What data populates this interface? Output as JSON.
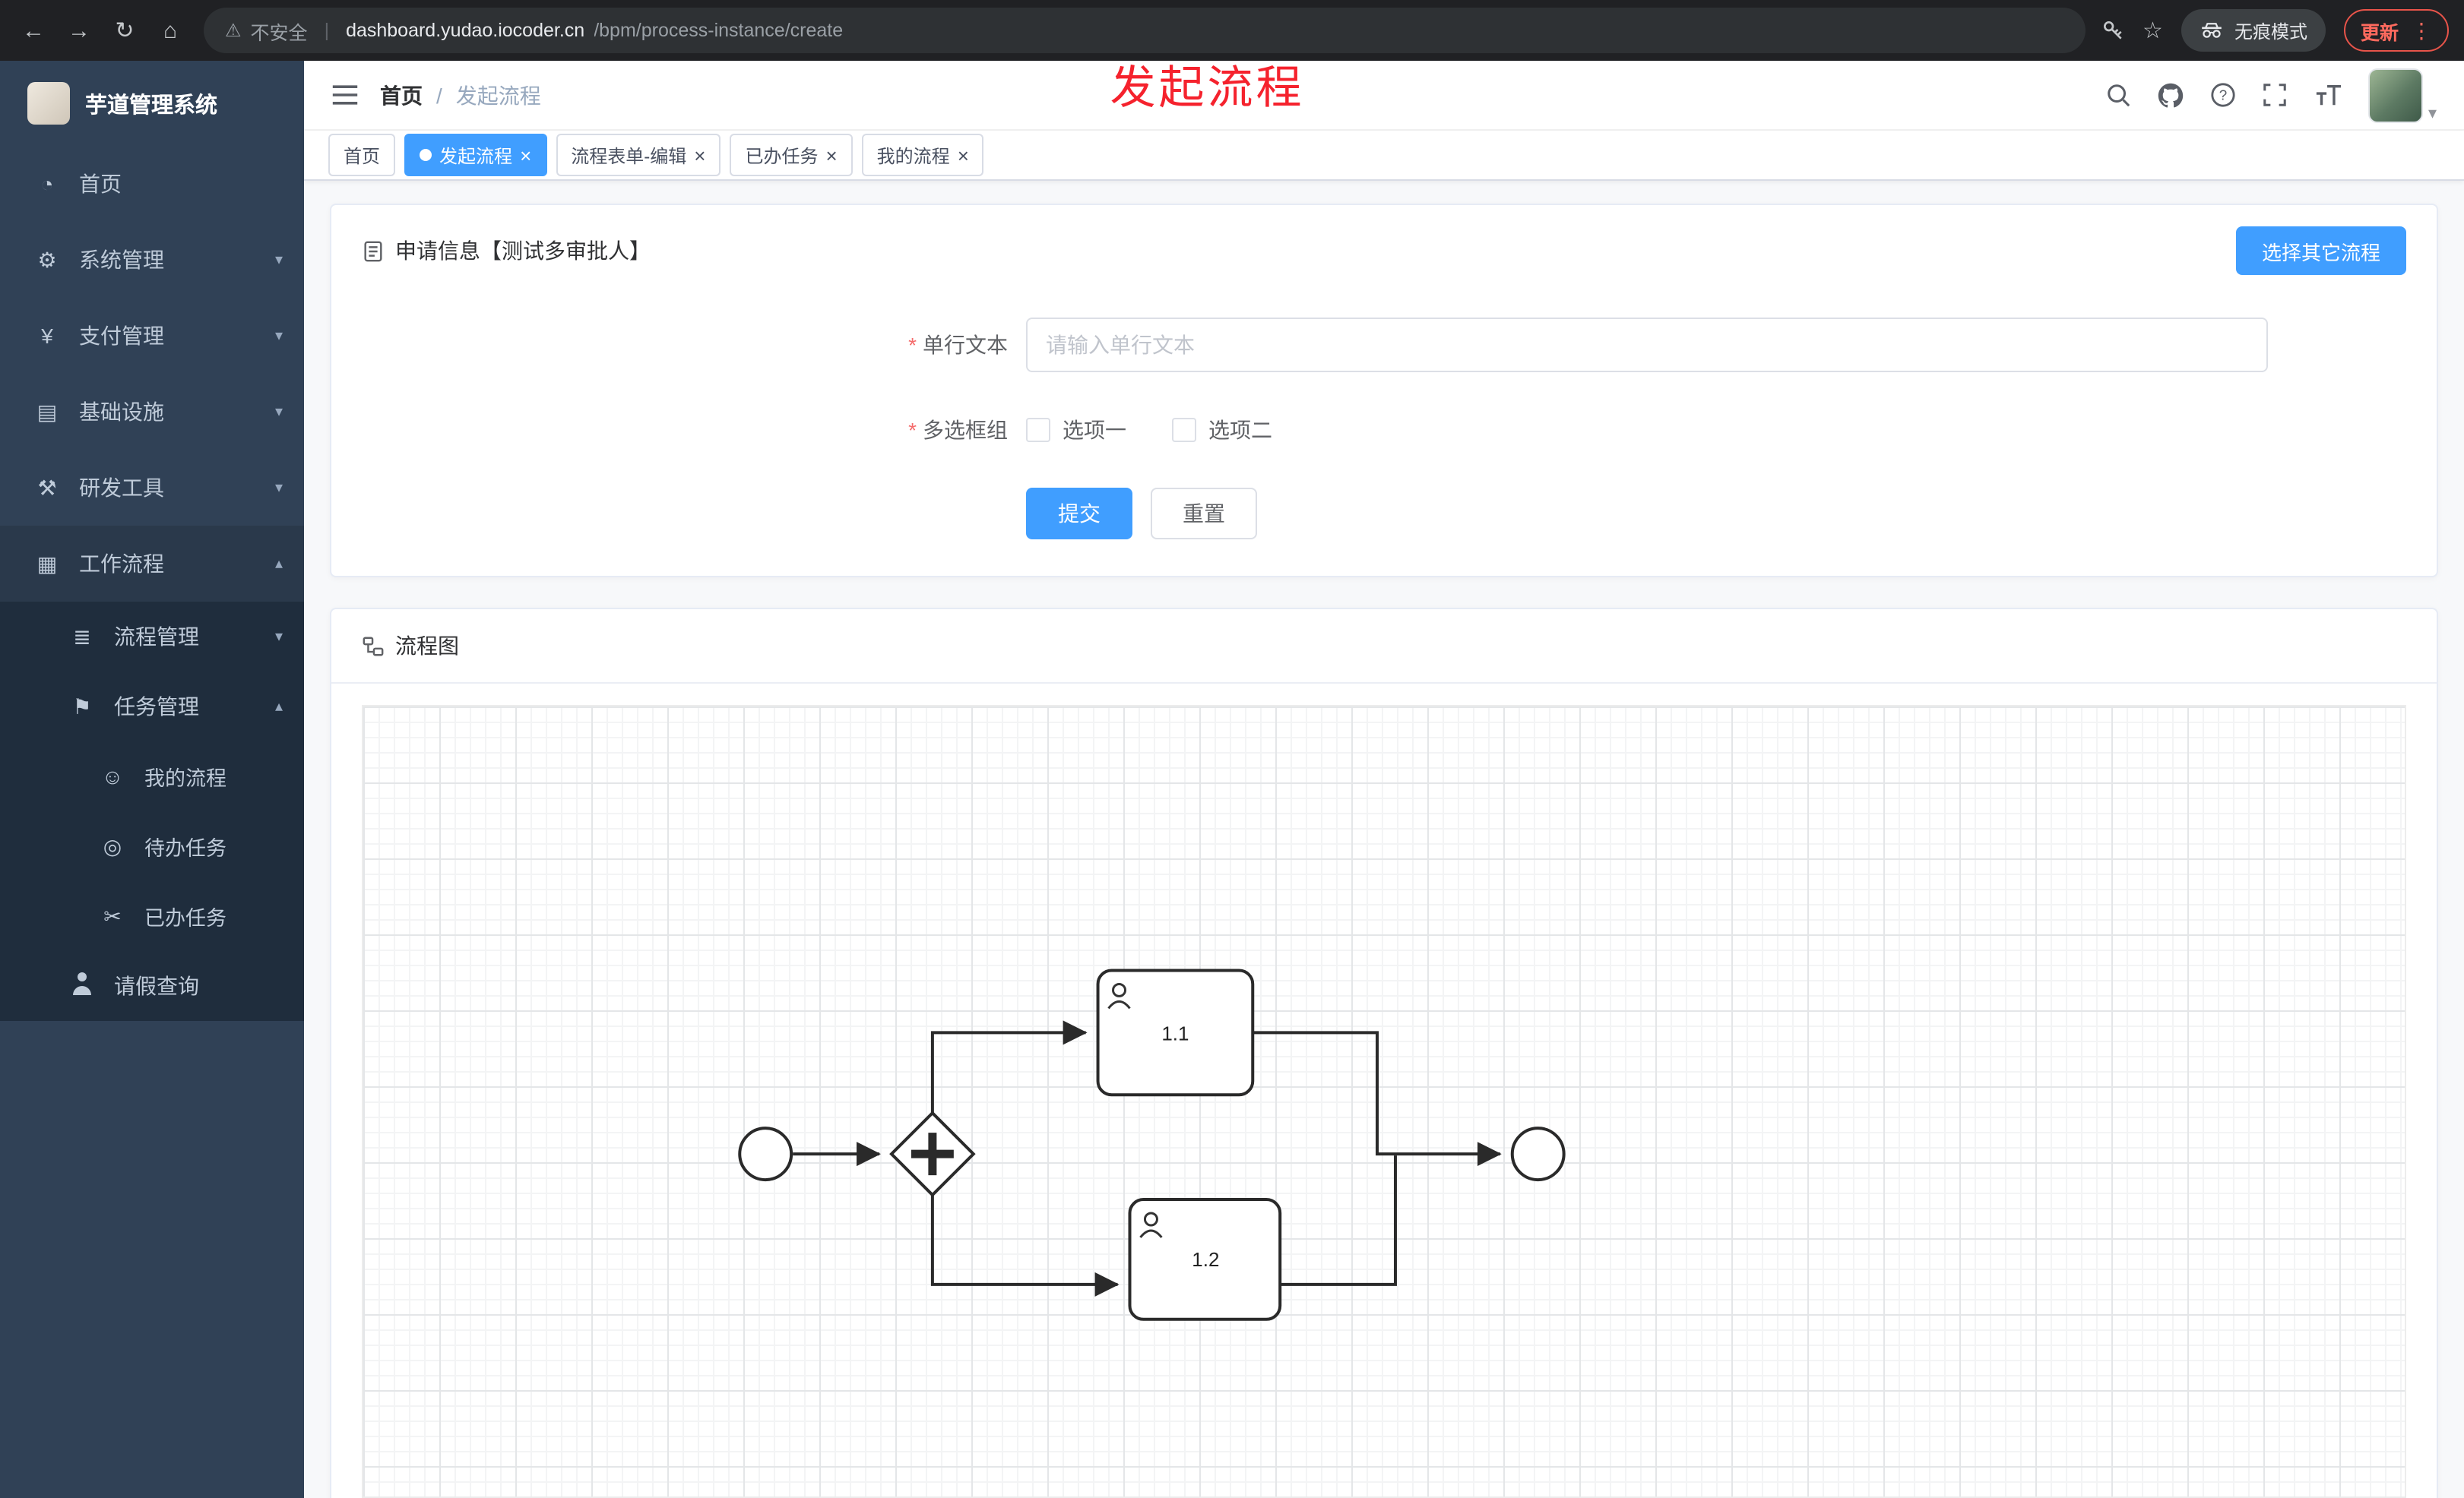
{
  "browser": {
    "security_label": "不安全",
    "url_domain": "dashboard.yudao.iocoder.cn",
    "url_path": "/bpm/process-instance/create",
    "incognito_label": "无痕模式",
    "update_label": "更新"
  },
  "ui": {
    "close_glyph": "×",
    "breadcrumb_sep": "/",
    "required_mark": "*",
    "caret_down": "▾",
    "caret_up": "▴",
    "kebab": "⋮",
    "star": "☆",
    "warning": "⚠",
    "back": "←",
    "forward": "→",
    "reload": "↻",
    "home": "⌂"
  },
  "sidebar": {
    "logo_title": "芋道管理系统",
    "items": [
      {
        "label": "首页",
        "icon": "◔"
      },
      {
        "label": "系统管理",
        "icon": "⚙"
      },
      {
        "label": "支付管理",
        "icon": "¥"
      },
      {
        "label": "基础设施",
        "icon": "▤"
      },
      {
        "label": "研发工具",
        "icon": "⚒"
      },
      {
        "label": "工作流程",
        "icon": "▦"
      }
    ],
    "submenu": [
      {
        "label": "流程管理",
        "icon": "≣"
      },
      {
        "label": "任务管理",
        "icon": "⚑"
      },
      {
        "label": "我的流程",
        "icon": "☺"
      },
      {
        "label": "待办任务",
        "icon": "◎"
      },
      {
        "label": "已办任务",
        "icon": "✂"
      },
      {
        "label": "请假查询"
      }
    ]
  },
  "header": {
    "breadcrumb_home": "首页",
    "breadcrumb_current": "发起流程",
    "overlay_title": "发起流程"
  },
  "tabs": [
    {
      "label": "首页"
    },
    {
      "label": "发起流程"
    },
    {
      "label": "流程表单-编辑"
    },
    {
      "label": "已办任务"
    },
    {
      "label": "我的流程"
    }
  ],
  "form_card": {
    "title": "申请信息【测试多审批人】",
    "choose_other_button": "选择其它流程",
    "field_text": {
      "label": "单行文本",
      "placeholder": "请输入单行文本"
    },
    "field_checkbox": {
      "label": "多选框组",
      "options": [
        "选项一",
        "选项二"
      ]
    },
    "submit_label": "提交",
    "reset_label": "重置"
  },
  "diagram_card": {
    "title": "流程图",
    "tasks": [
      "1.1",
      "1.2"
    ]
  }
}
